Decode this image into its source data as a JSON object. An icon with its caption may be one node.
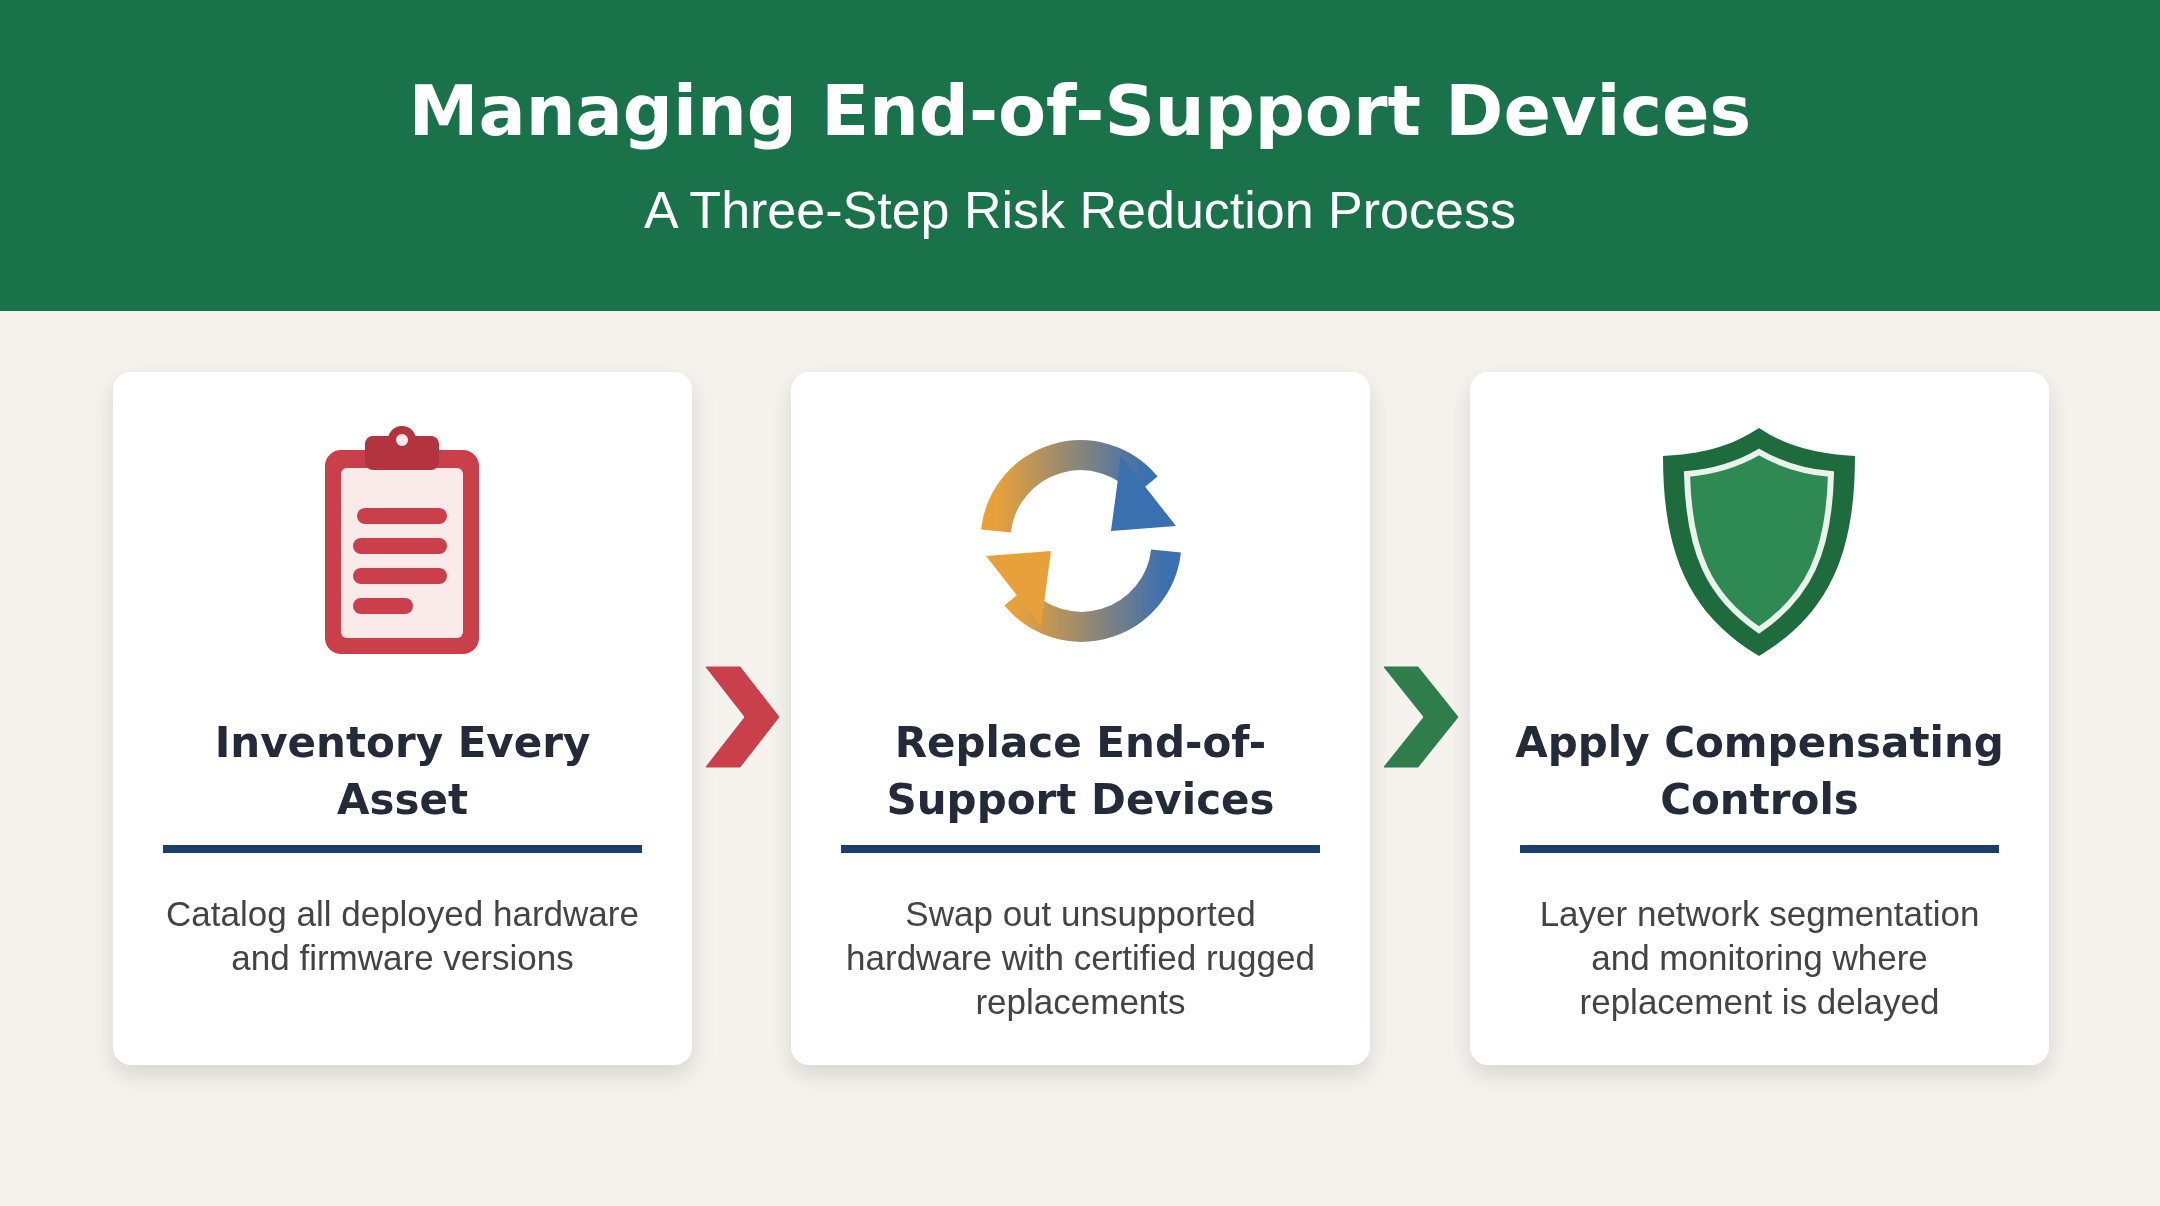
{
  "diagram": {
    "title": "Managing End-of-Support Devices",
    "nodes": [
      {
        "text": [
          "Inventory Every Asset",
          "Catalog all deployed hardware and firmware versions"
        ]
      },
      {
        "text": [
          "Replace End-of-Support Devices",
          "Swap out unsupported hardware with certified rugged replacements"
        ]
      },
      {
        "text": [
          "Apply Compensating Controls",
          "Layer network segmentation and monitoring where replacement is delayed"
        ]
      }
    ],
    "edges": [
      {
        "from": 0,
        "to": 1,
        "arrow": "to",
        "color": "#c9404a"
      },
      {
        "from": 1,
        "to": 2,
        "arrow": "to",
        "color": "#2e7d4a"
      }
    ],
    "labels": [
      "A Three-Step Risk Reduction Process"
    ]
  }
}
